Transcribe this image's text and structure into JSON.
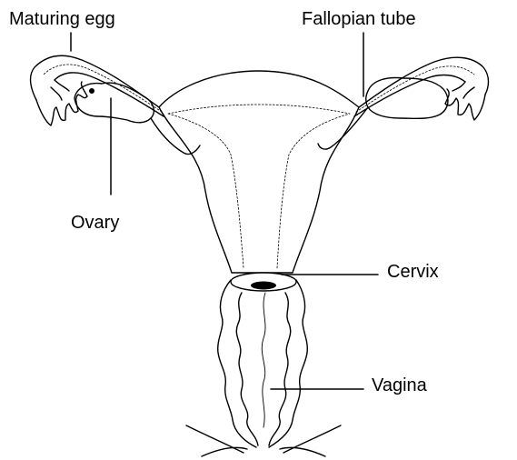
{
  "labels": {
    "maturing_egg": "Maturing egg",
    "fallopian_tube": "Fallopian tube",
    "ovary": "Ovary",
    "cervix": "Cervix",
    "vagina": "Vagina"
  },
  "colors": {
    "line": "#000000",
    "background": "#ffffff"
  }
}
